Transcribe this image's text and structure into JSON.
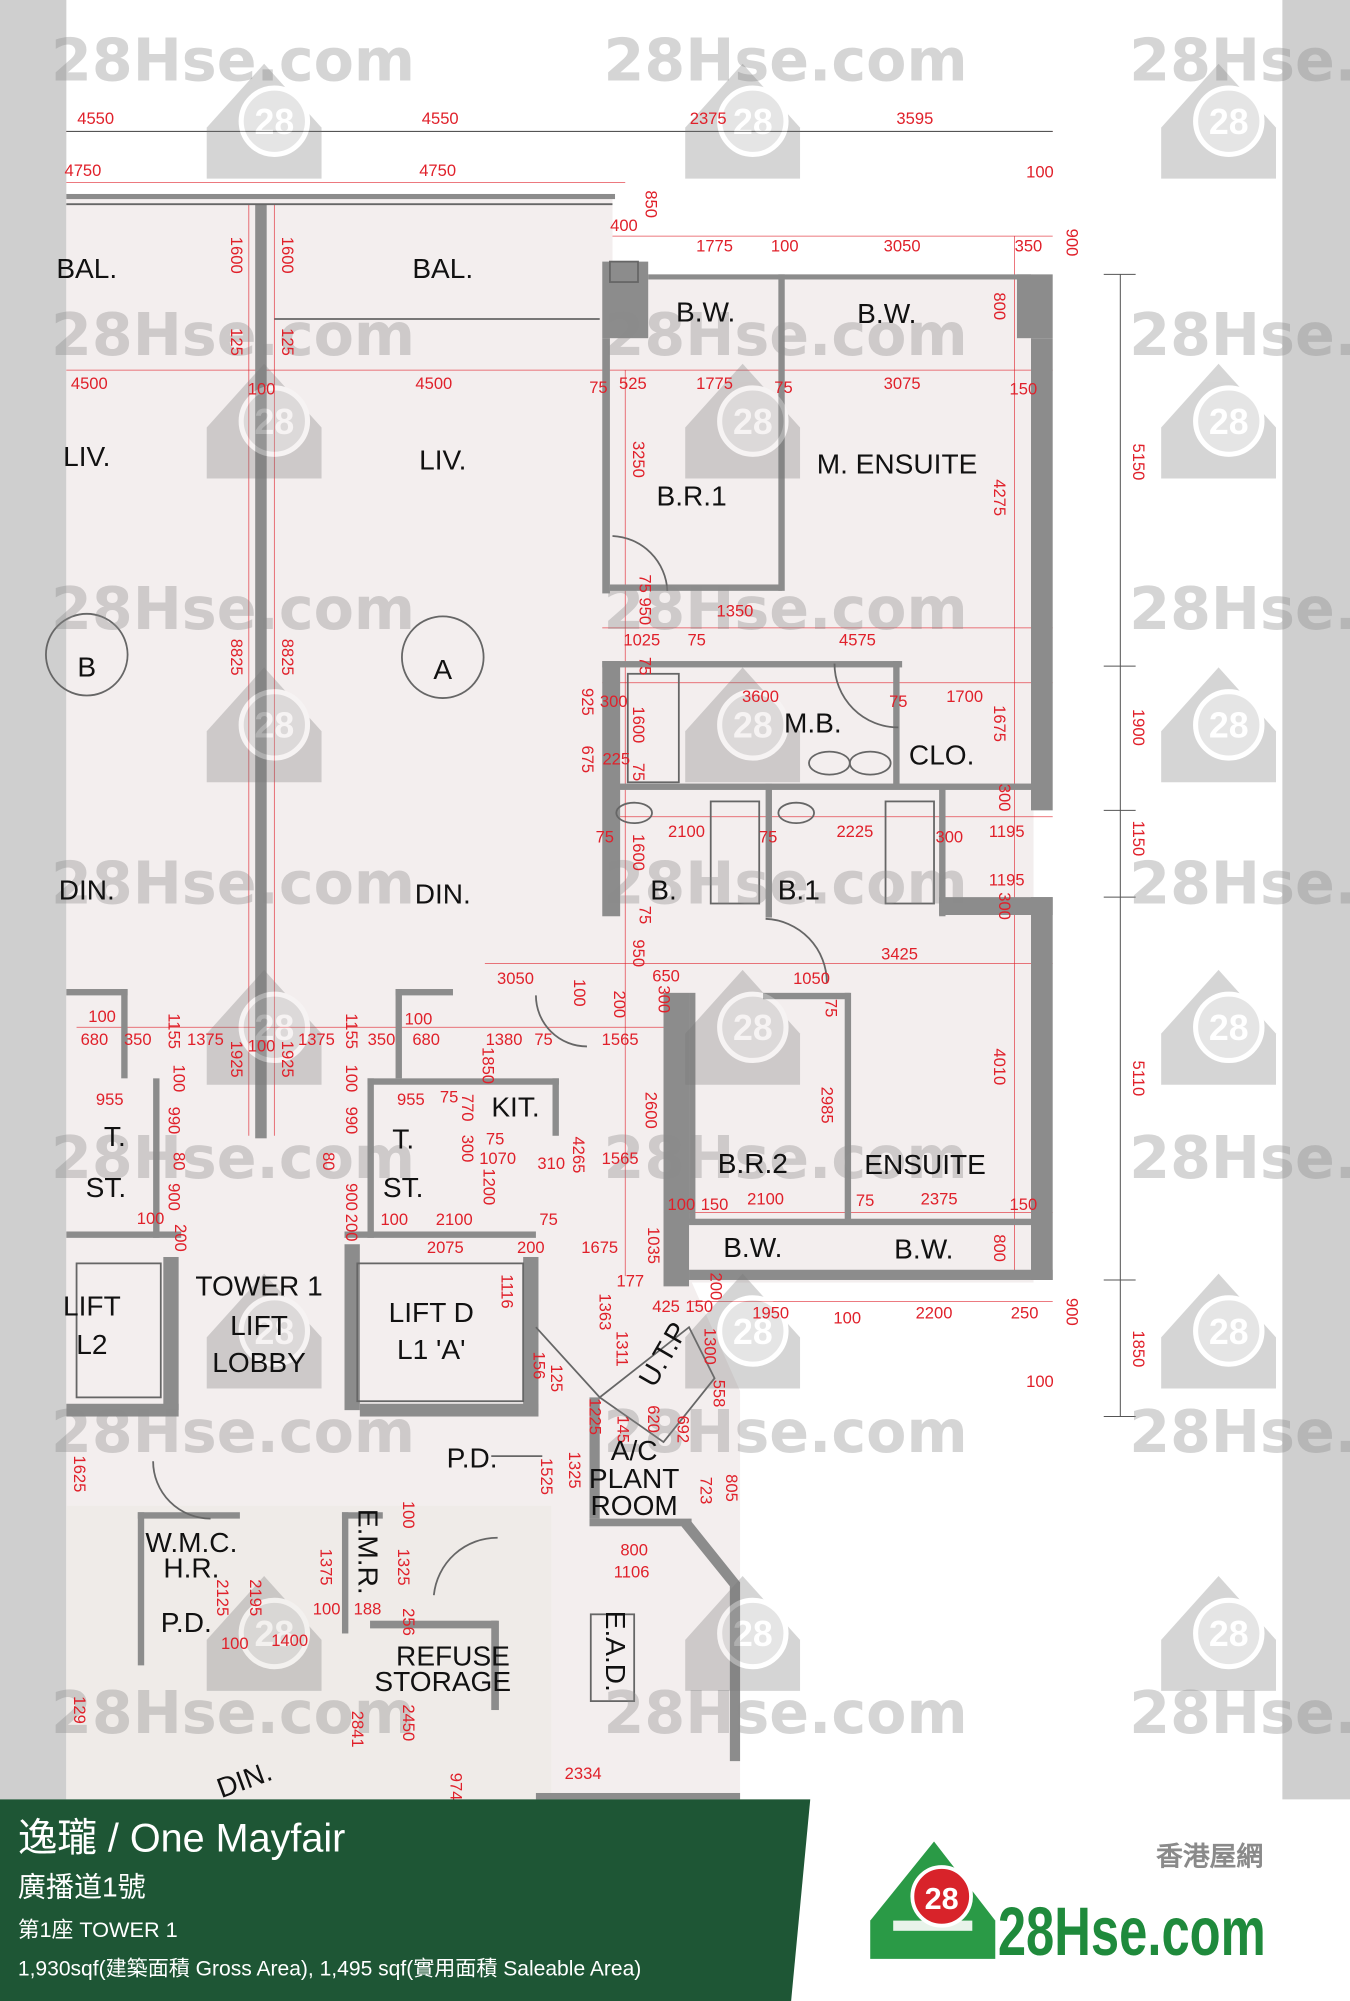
{
  "banner": {
    "title": "逸瓏 / One Mayfair",
    "address": "廣播道1號",
    "tower": "第1座  TOWER 1",
    "area": "1,930sqf(建築面積 Gross Area), 1,495 sqf(實用面積 Saleable Area)",
    "bg_color": "#1e5635"
  },
  "logo": {
    "tagline": "香港屋網",
    "badge": "28",
    "wordmark": "28Hse.com",
    "color": "#1f8a3c",
    "badge_color": "#d8232a"
  },
  "watermark": {
    "text": "28Hse.com",
    "badge": "28"
  },
  "rooms": [
    "BAL.",
    "BAL.",
    "LIV.",
    "LIV.",
    "B",
    "A",
    "DIN.",
    "DIN.",
    "B.W.",
    "B.W.",
    "B.R.1",
    "M. ENSUITE",
    "M.B.",
    "CLO.",
    "B.",
    "B.1",
    "KIT.",
    "T.",
    "ST.",
    "T.",
    "ST.",
    "B.R.2",
    "ENSUITE",
    "B.W.",
    "B.W.",
    "LIFT",
    "L2",
    "TOWER 1",
    "LIFT",
    "LOBBY",
    "LIFT D",
    "L1 'A'",
    "U.T.P",
    "P.D.",
    "A/C",
    "PLANT",
    "ROOM",
    "W.M.C.",
    "H.R.",
    "P.D.",
    "E.M.R.",
    "REFUSE",
    "STORAGE",
    "E.A.D.",
    "DIN."
  ],
  "dimensions": [
    "4550",
    "4550",
    "2375",
    "3595",
    "4750",
    "4750",
    "100",
    "850",
    "400",
    "1775",
    "100",
    "3050",
    "350",
    "900",
    "1600",
    "1600",
    "800",
    "125",
    "125",
    "4500",
    "100",
    "4500",
    "75",
    "525",
    "1775",
    "75",
    "3075",
    "150",
    "3250",
    "4275",
    "5150",
    "75 950",
    "1350",
    "1025",
    "75",
    "4575",
    "8825",
    "8825",
    "75",
    "925",
    "300",
    "3600",
    "75",
    "1700",
    "1600",
    "1675",
    "1900",
    "675",
    "225",
    "75",
    "300",
    "75",
    "2100",
    "75",
    "2225",
    "300",
    "1195",
    "1150",
    "1600",
    "1195",
    "300",
    "75",
    "950",
    "3425",
    "3050",
    "100",
    "650",
    "1050",
    "200",
    "300",
    "75",
    "100",
    "100",
    "680",
    "350",
    "1155",
    "1375",
    "100",
    "1375",
    "1155",
    "350",
    "680",
    "1380",
    "75",
    "1565",
    "1925",
    "1925",
    "1850",
    "4010",
    "5110",
    "955",
    "955",
    "100",
    "100",
    "75",
    "770",
    "2600",
    "2985",
    "990",
    "990",
    "75",
    "1070",
    "300",
    "310",
    "4265",
    "1565",
    "80",
    "80",
    "1200",
    "900",
    "900",
    "100",
    "150",
    "2100",
    "75",
    "2375",
    "150",
    "100",
    "200",
    "200",
    "100",
    "2100",
    "75",
    "2075",
    "200",
    "1675",
    "1035",
    "800",
    "177",
    "200",
    "1116",
    "1363",
    "425",
    "150",
    "1950",
    "100",
    "2200",
    "250",
    "900",
    "1850",
    "1311",
    "1300",
    "100",
    "156",
    "125",
    "558",
    "1225",
    "145",
    "620",
    "692",
    "1525",
    "1325",
    "723",
    "805",
    "1625",
    "100",
    "800",
    "1106",
    "1325",
    "188",
    "1375",
    "2125",
    "2195",
    "100",
    "100",
    "1400",
    "256",
    "129",
    "2841",
    "2450",
    "2334",
    "974"
  ]
}
